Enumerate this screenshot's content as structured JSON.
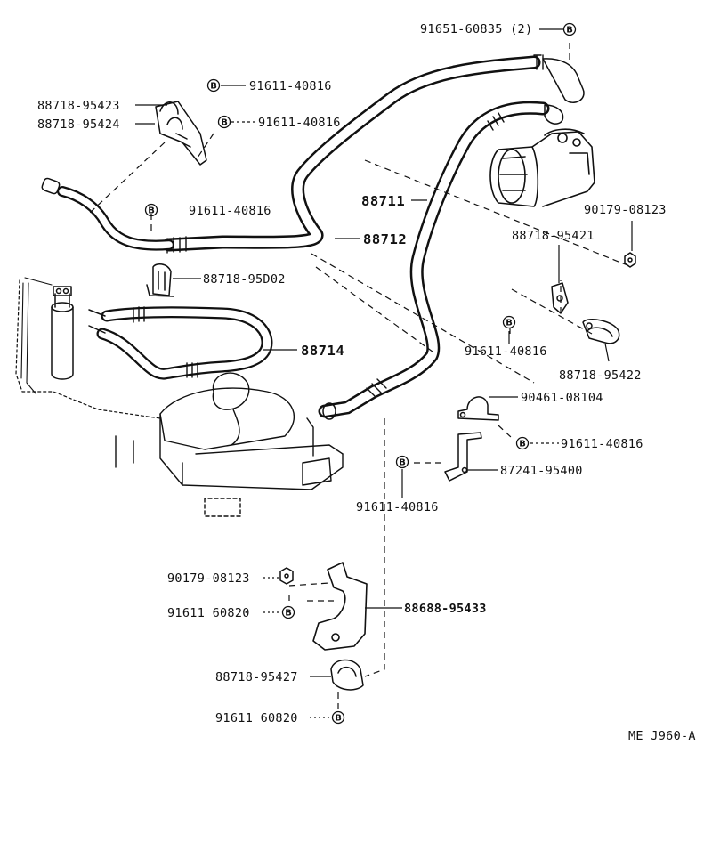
{
  "diagram": {
    "code": "ME J960-A",
    "marker_letter": "B",
    "labels": {
      "p_91651_60835": "91651-60835 (2)",
      "p_91611_40816_a": "91611-40816",
      "p_88718_95423": "88718-95423",
      "p_88718_95424": "88718-95424",
      "p_91611_40816_b": "91611-40816",
      "p_88711": "88711",
      "p_90179_08123_a": "90179-08123",
      "p_91611_40816_c": "91611-40816",
      "p_88712": "88712",
      "p_88718_95421": "88718-95421",
      "p_88718_95d02": "88718-95D02",
      "p_88714": "88714",
      "p_91611_40816_d": "91611-40816",
      "p_88718_95422": "88718-95422",
      "p_90461_08104": "90461-08104",
      "p_91611_40816_e": "91611-40816",
      "p_87241_95400": "87241-95400",
      "p_91611_40816_f": "91611-40816",
      "p_90179_08123_b": "90179-08123",
      "p_91611_60820_a": "91611 60820",
      "p_88688_95433": "88688-95433",
      "p_88718_95427": "88718-95427",
      "p_91611_60820_b": "91611 60820"
    }
  }
}
